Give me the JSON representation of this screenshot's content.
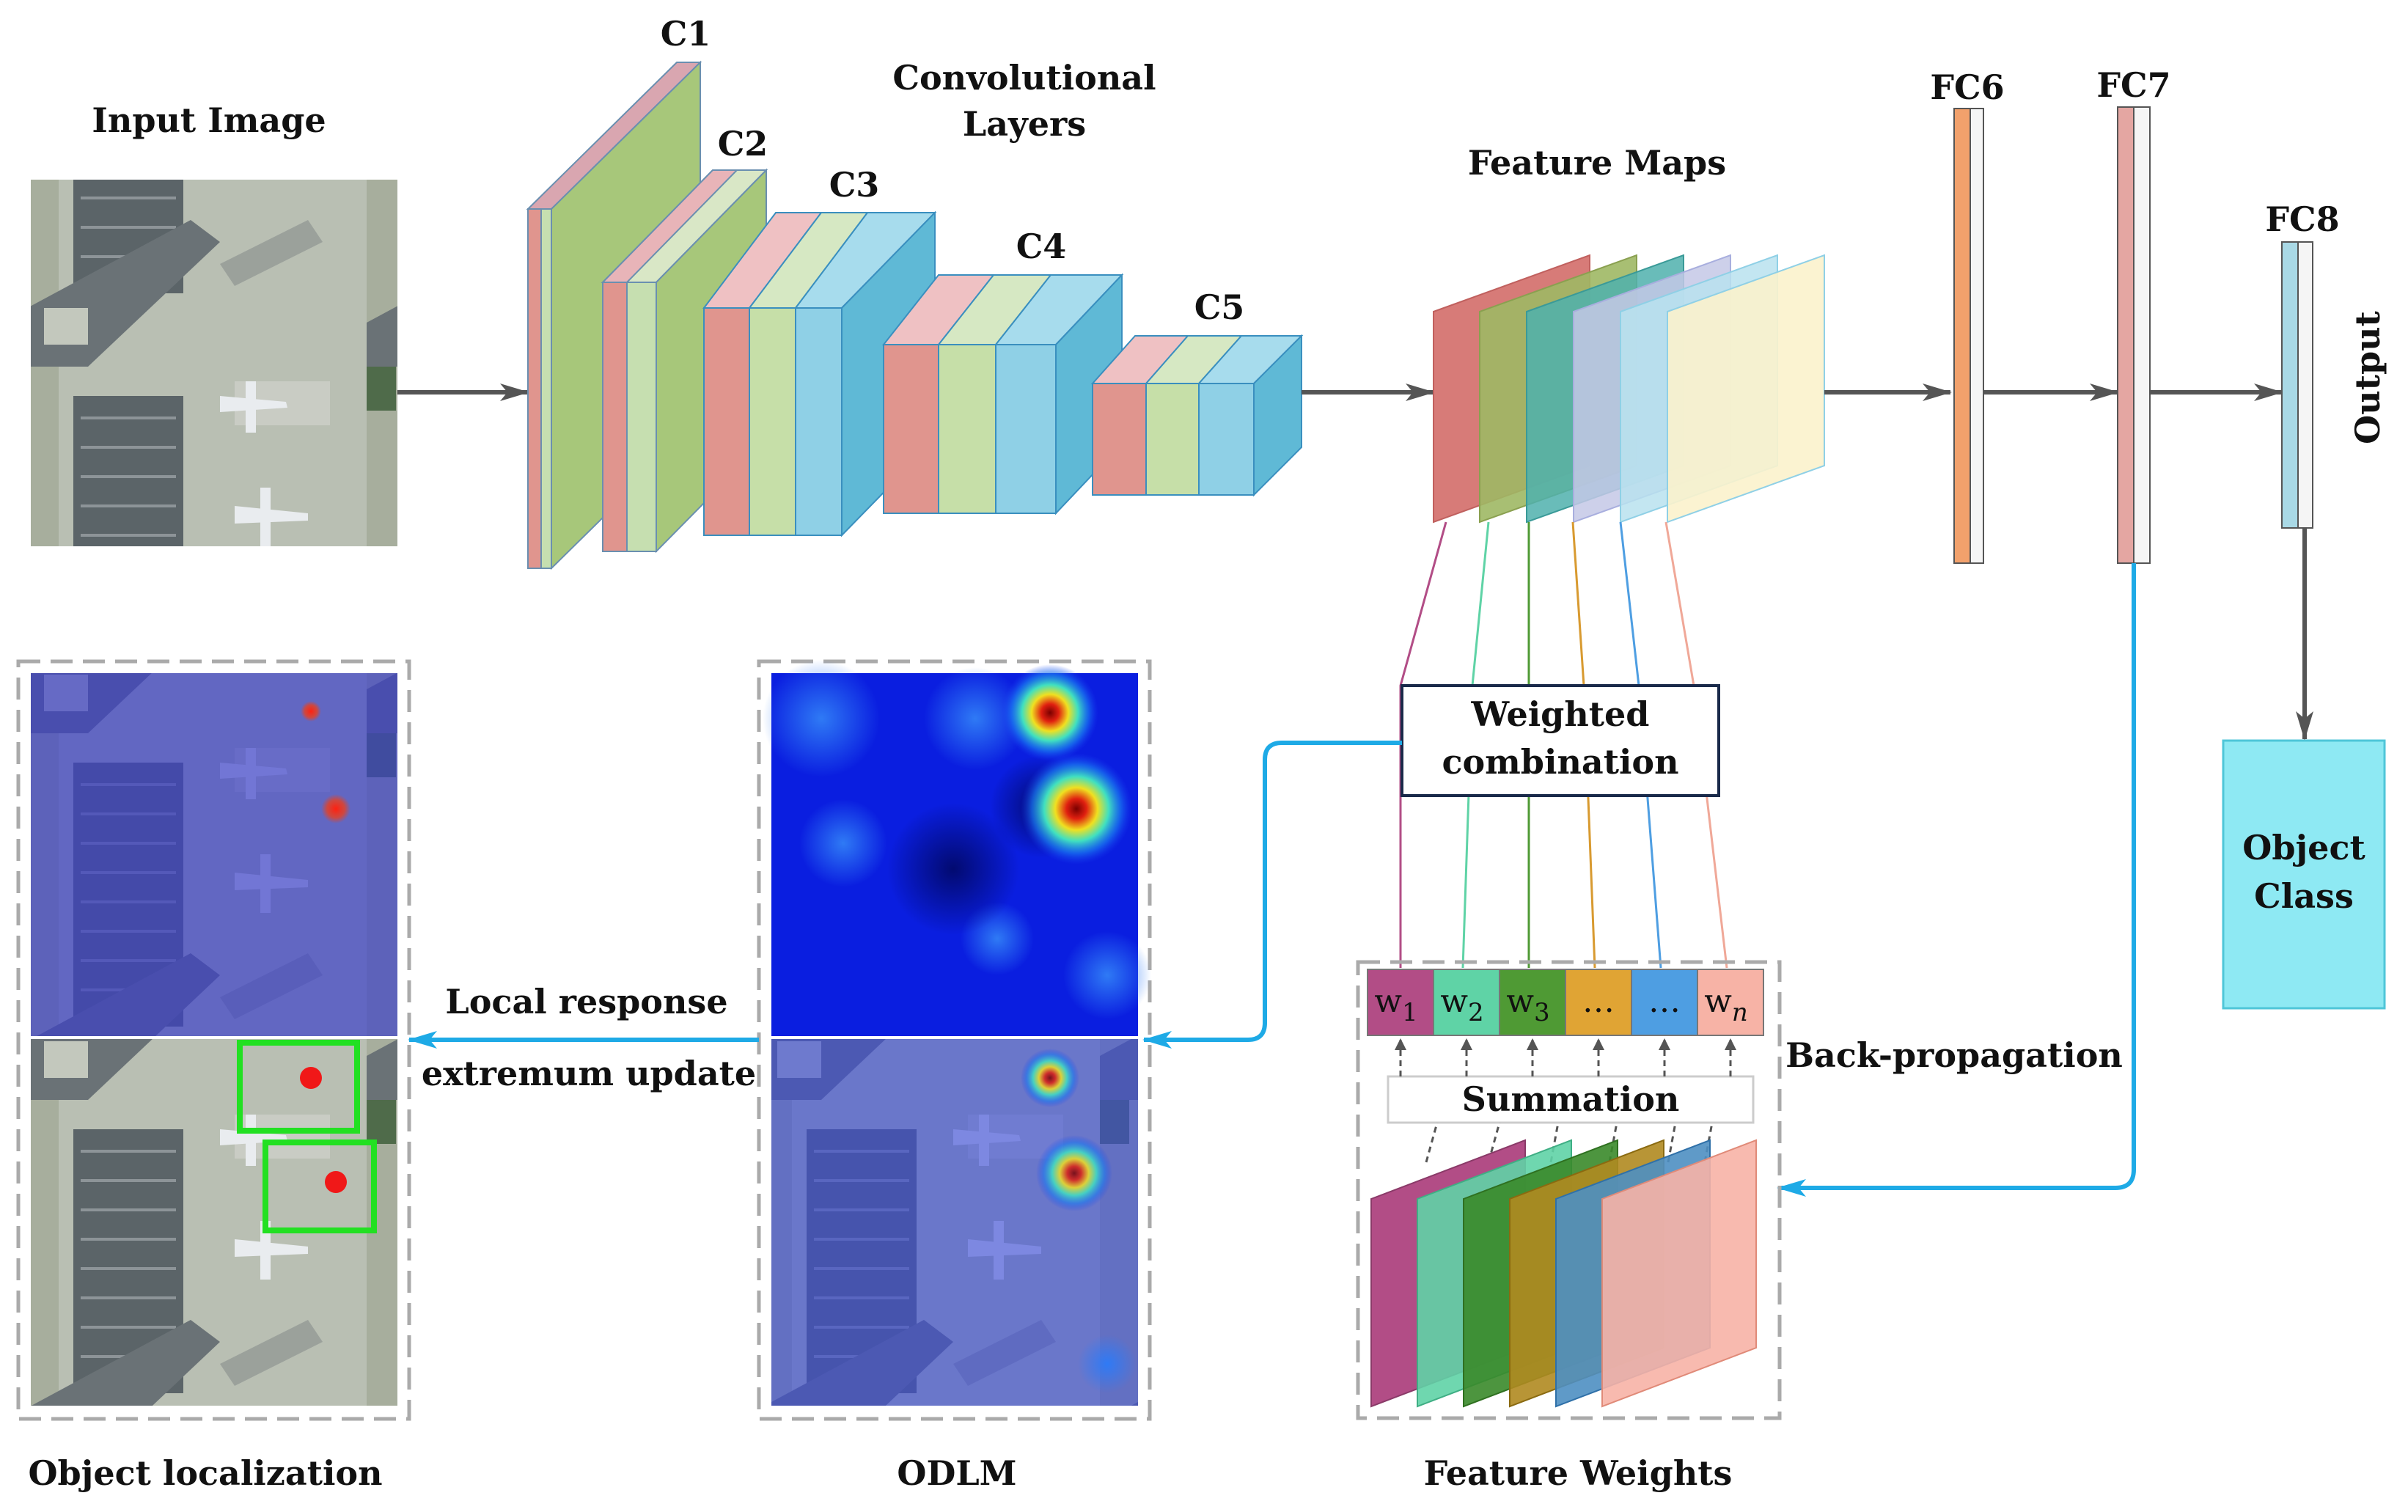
{
  "labels": {
    "input_image": "Input Image",
    "conv_title_1": "Convolutional",
    "conv_title_2": "Layers",
    "c1": "C1",
    "c2": "C2",
    "c3": "C3",
    "c4": "C4",
    "c5": "C5",
    "feature_maps": "Feature Maps",
    "fc6": "FC6",
    "fc7": "FC7",
    "fc8": "FC8",
    "output": "Output",
    "object_class_1": "Object",
    "object_class_2": "Class",
    "weighted_1": "Weighted",
    "weighted_2": "combination",
    "summation": "Summation",
    "back_propagation": "Back-propagation",
    "local_response_1": "Local response",
    "local_response_2": "extremum update",
    "object_localization": "Object localization",
    "odlm": "ODLM",
    "feature_weights": "Feature Weights"
  },
  "weights": [
    {
      "base": "w",
      "sub": "1",
      "color": "#b24d86"
    },
    {
      "base": "w",
      "sub": "2",
      "color": "#5fd3a6"
    },
    {
      "base": "w",
      "sub": "3",
      "color": "#4f9a34"
    },
    {
      "base": "…",
      "sub": "",
      "color": "#e0a434"
    },
    {
      "base": "…",
      "sub": "",
      "color": "#4e9ee2"
    },
    {
      "base": "w",
      "sub": "n",
      "color": "#f7b3a6"
    }
  ],
  "colors": {
    "arrow_gray": "#555555",
    "arrow_blue": "#1eaae6",
    "conv_green": "#a7c77a",
    "conv_pink": "#e0958e",
    "conv_blue": "#7fcbe0",
    "fc6": "#f2a16c",
    "fc7": "#e4a6a2",
    "fc8": "#a9d9e6",
    "object_class": "#8ee9f3",
    "heat_low": "#0a1ee0",
    "heat_high": "#e02010"
  }
}
